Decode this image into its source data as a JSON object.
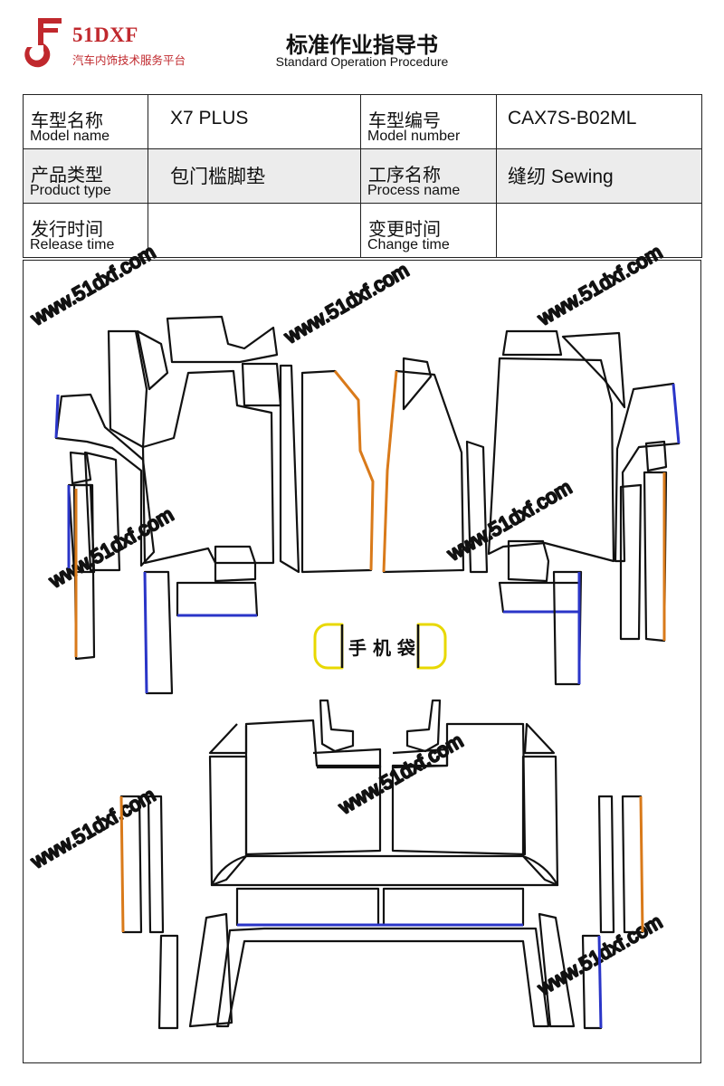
{
  "header": {
    "logo_text": "51DXF",
    "logo_subtitle": "汽车内饰技术服务平台",
    "title": "标准作业指导书",
    "subtitle": "Standard Operation Procedure"
  },
  "info_table": {
    "model_name": {
      "label_zh": "车型名称",
      "label_en": "Model name",
      "value": "X7 PLUS"
    },
    "model_number": {
      "label_zh": "车型编号",
      "label_en": "Model number",
      "value": "CAX7S-B02ML"
    },
    "product_type": {
      "label_zh": "产品类型",
      "label_en": "Product type",
      "value": "包门槛脚垫"
    },
    "process_name": {
      "label_zh": "工序名称",
      "label_en": "Process name",
      "value": "缝纫 Sewing"
    },
    "release_time": {
      "label_zh": "发行时间",
      "label_en": "Release time",
      "value": ""
    },
    "change_time": {
      "label_zh": "变更时间",
      "label_en": "Change time",
      "value": ""
    }
  },
  "diagram": {
    "pocket_label": "手 机 袋",
    "watermark": "www.51dxf.com",
    "colors": {
      "outline": "#111111",
      "blue_edge": "#2a35c8",
      "orange_edge": "#d97a1a",
      "yellow_edge": "#e8d800"
    }
  },
  "colors": {
    "brand": "#c0282d"
  }
}
